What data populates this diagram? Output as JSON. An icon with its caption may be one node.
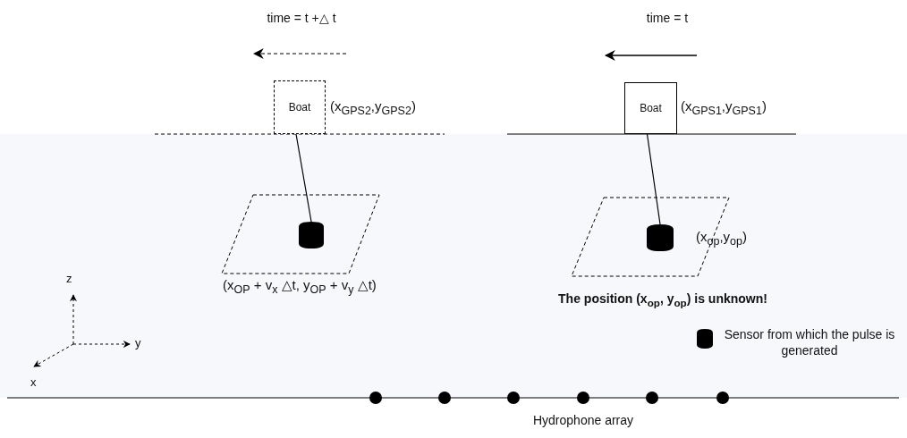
{
  "diagram": {
    "nodes": [
      {
        "text": [
          "Boat"
        ],
        "beside": [
          "(x$_{GPS2}$,y$_{GPS2}$)"
        ]
      },
      {
        "text": [
          "Boat"
        ],
        "beside": [
          "(x$_{GPS1}$,y$_{GPS1}$)"
        ]
      },
      {
        "text": [],
        "shape": "cylinder",
        "beside": [
          "(x$_{OP}$ + v$_{x}$ △t, y$_{OP}$ + v$_{y}$ △t)"
        ]
      },
      {
        "text": [],
        "shape": "cylinder",
        "beside": [
          "(x$_{op}$,y$_{op}$)"
        ]
      }
    ],
    "edges": [
      {
        "from": 0,
        "to": 2,
        "arrow": "none"
      },
      {
        "from": 1,
        "to": 3,
        "arrow": "none"
      }
    ],
    "labels": [
      "time = t +△ t",
      "time = t",
      "The position (x$_{op}$, y$_{op}$) is unknown!",
      "z",
      "y",
      "x",
      "Hydrophone array"
    ],
    "legend": [
      {
        "text": "Sensor from which the pulse is generated"
      }
    ]
  }
}
